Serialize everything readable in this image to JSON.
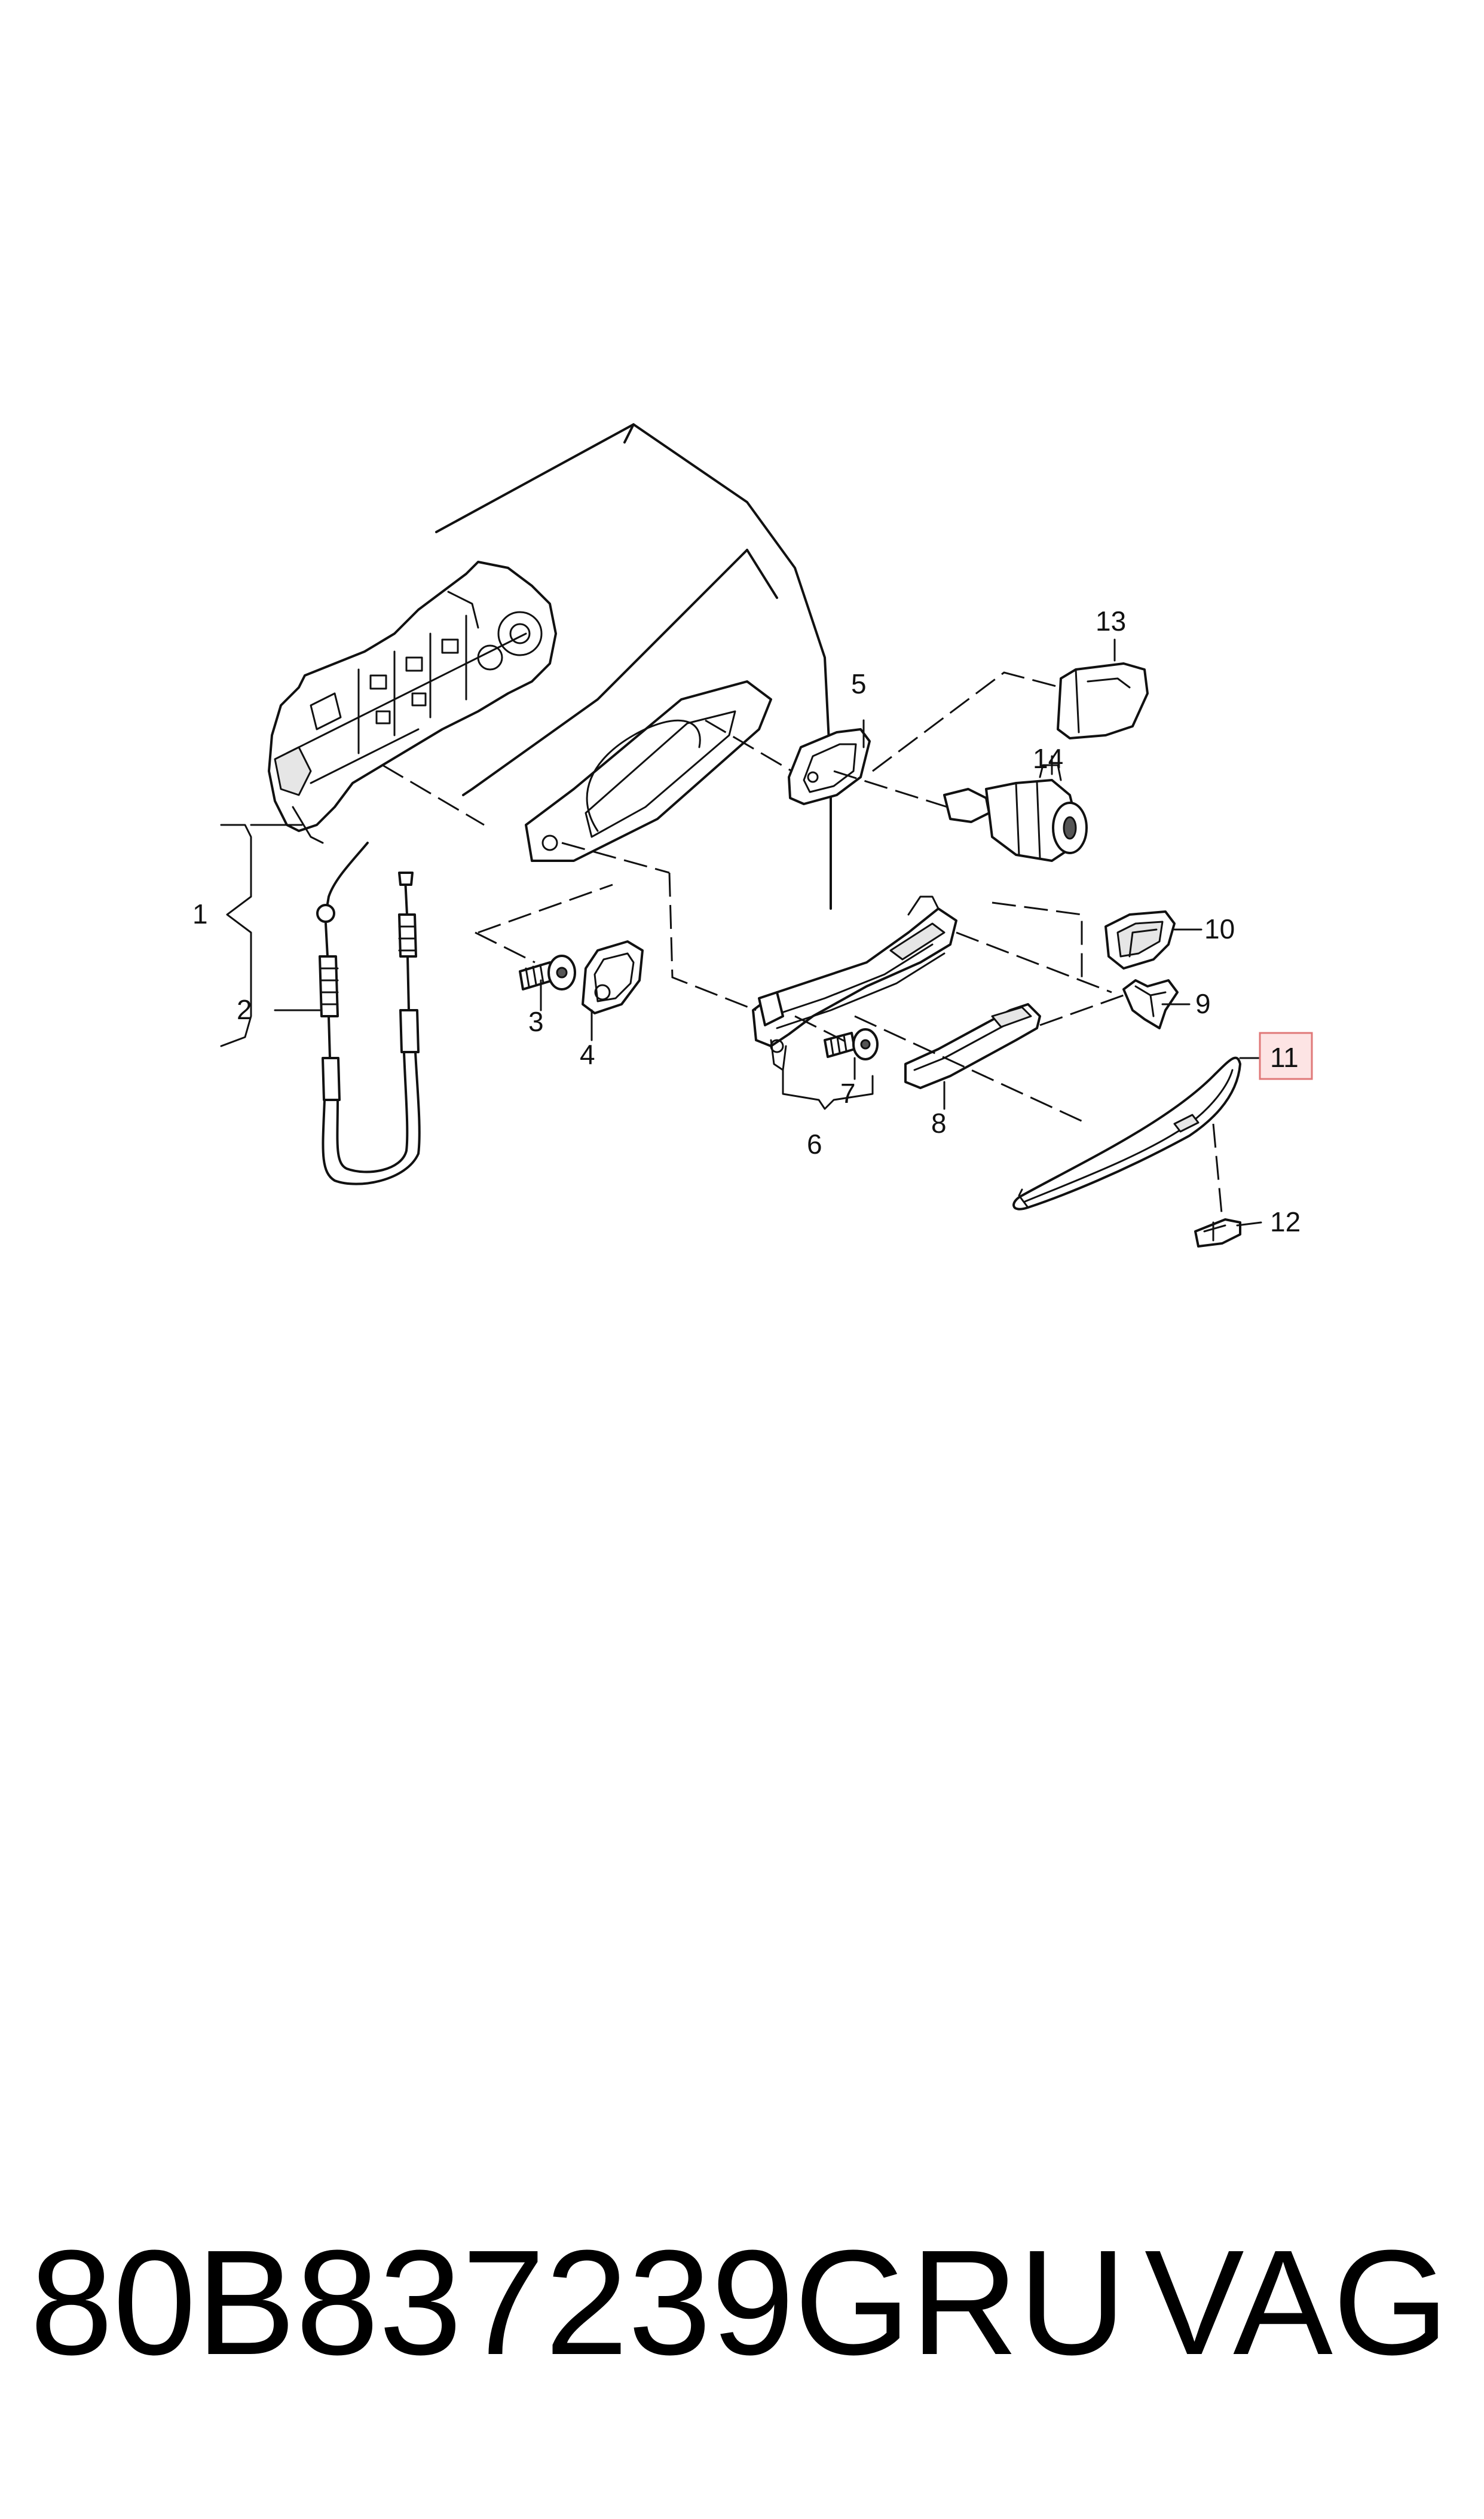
{
  "callouts": {
    "c1": "1",
    "c2": "2",
    "c3": "3",
    "c4": "4",
    "c5": "5",
    "c6": "6",
    "c7": "7",
    "c8": "8",
    "c9": "9",
    "c10": "10",
    "c11": "11",
    "c12": "12",
    "c13": "13",
    "c14": "14"
  },
  "highlight": {
    "callout": "11",
    "fill": "#fde4e4",
    "border": "#e07878"
  },
  "footer": {
    "part_number": "80B837239GRU",
    "brand": "VAG"
  },
  "icons": {
    "lock": "door-lock-mechanism-icon",
    "cable": "bowden-cable-icon",
    "handle": "door-handle-icon",
    "carrier": "handle-carrier-icon",
    "cylinder": "lock-cylinder-icon"
  }
}
